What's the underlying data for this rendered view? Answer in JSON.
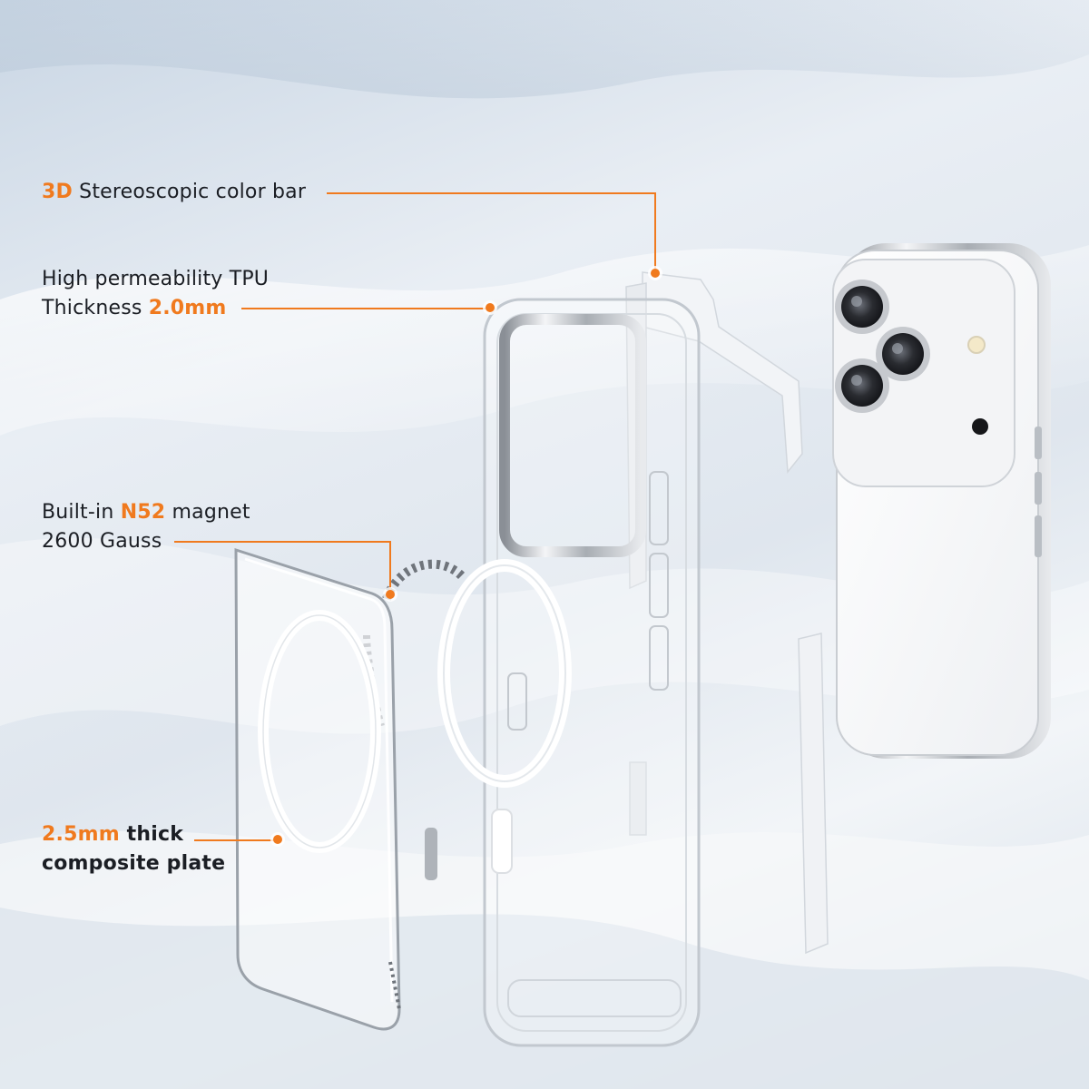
{
  "colors": {
    "accent": "#f07a1e",
    "text": "#1b1e24",
    "background": "#e3e9f0"
  },
  "callouts": {
    "color_bar": {
      "highlight": "3D",
      "text": " Stereoscopic color bar"
    },
    "tpu": {
      "line1": "High permeability TPU",
      "line2_prefix": "Thickness ",
      "line2_highlight": "2.0mm"
    },
    "magnet": {
      "line1_prefix": "Built-in ",
      "line1_highlight": "N52",
      "line1_suffix": " magnet",
      "line2": "2600 Gauss"
    },
    "plate": {
      "line1_highlight": "2.5mm",
      "line1_suffix": " thick",
      "line2": "composite plate"
    }
  },
  "components": [
    "composite-plate",
    "magnet-ring",
    "tpu-frame-case",
    "color-bar-strips",
    "phone"
  ]
}
